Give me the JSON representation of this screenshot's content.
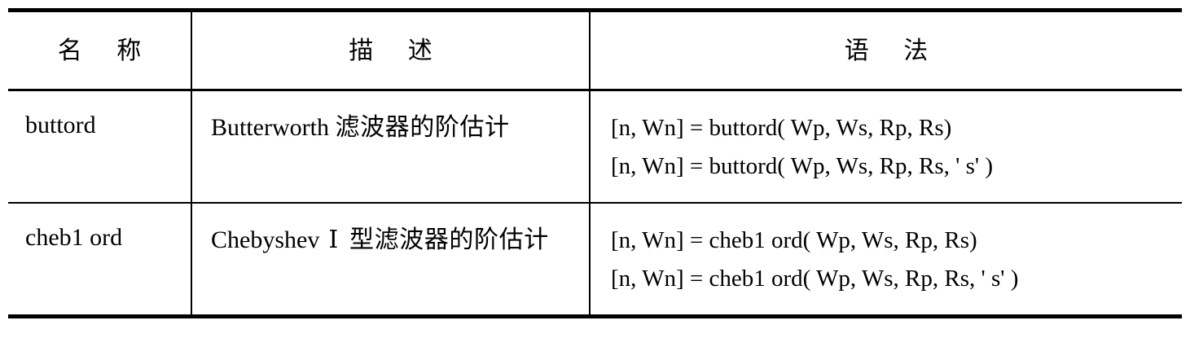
{
  "document": {
    "type": "reference-table",
    "title_visible": false
  },
  "table": {
    "headers": [
      {
        "id": "name",
        "label": "名 称"
      },
      {
        "id": "description",
        "label": "描 述"
      },
      {
        "id": "syntax",
        "label": "语 法"
      }
    ],
    "rows": [
      {
        "name": "buttord",
        "description_latin": "Butterworth ",
        "description_cjk": "滤波器的阶估计",
        "description_full": "Butterworth 滤波器的阶估计",
        "syntax_lines": [
          "[n, Wn] = buttord( Wp, Ws, Rp, Rs)",
          "[n, Wn] = buttord( Wp, Ws, Rp, Rs, ' s' )"
        ]
      },
      {
        "name": "cheb1 ord",
        "description_latin": "Chebyshev ",
        "description_roman": "Ⅰ",
        "description_cjk": " 型滤波器的阶估计",
        "description_full": "Chebyshev Ⅰ 型滤波器的阶估计",
        "syntax_lines": [
          "[n, Wn] = cheb1 ord( Wp, Ws, Rp, Rs)",
          "[n, Wn] = cheb1 ord( Wp, Ws, Rp, Rs, ' s' )"
        ]
      }
    ]
  },
  "style": {
    "text_color": "#000000",
    "background_color": "#ffffff",
    "rule_color": "#000000"
  }
}
